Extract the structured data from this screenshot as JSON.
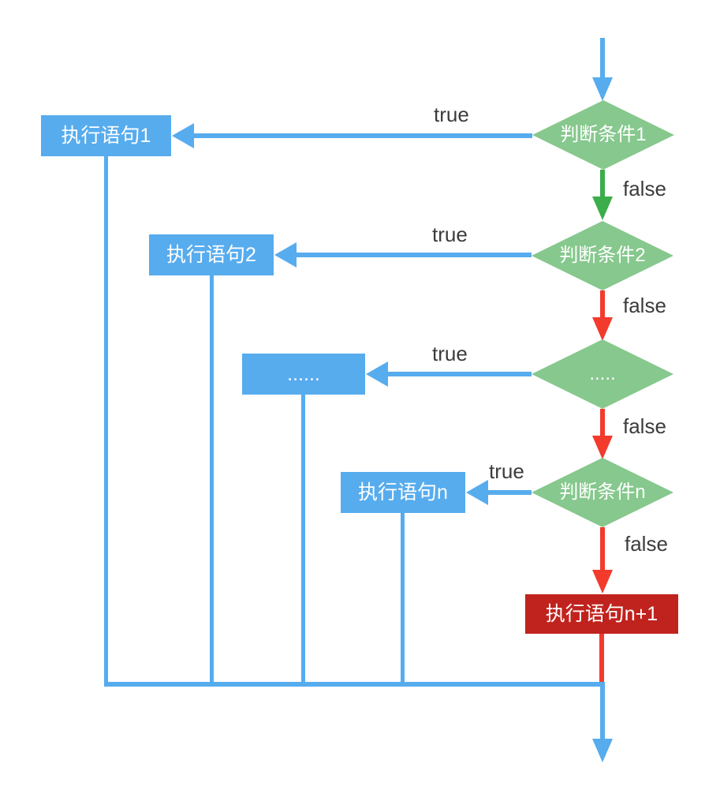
{
  "diagram": {
    "type": "flowchart",
    "decisions": {
      "d1": "判断条件1",
      "d2": "判断条件2",
      "d3": ".....",
      "dn": "判断条件n"
    },
    "processes": {
      "p1": "执行语句1",
      "p2": "执行语句2",
      "p3": "......",
      "pn": "执行语句n",
      "pn1": "执行语句n+1"
    },
    "edge_labels": {
      "true": "true",
      "false": "false"
    },
    "colors": {
      "flow_blue": "#57ACEE",
      "decision_fill_green": "#86C88D",
      "false_arrow_green": "#3BAD4B",
      "false_arrow_red": "#F23B2D",
      "final_process_red": "#C0231E",
      "edge_label_text": "#3C3C3C",
      "node_text": "#FFFFFF"
    }
  }
}
